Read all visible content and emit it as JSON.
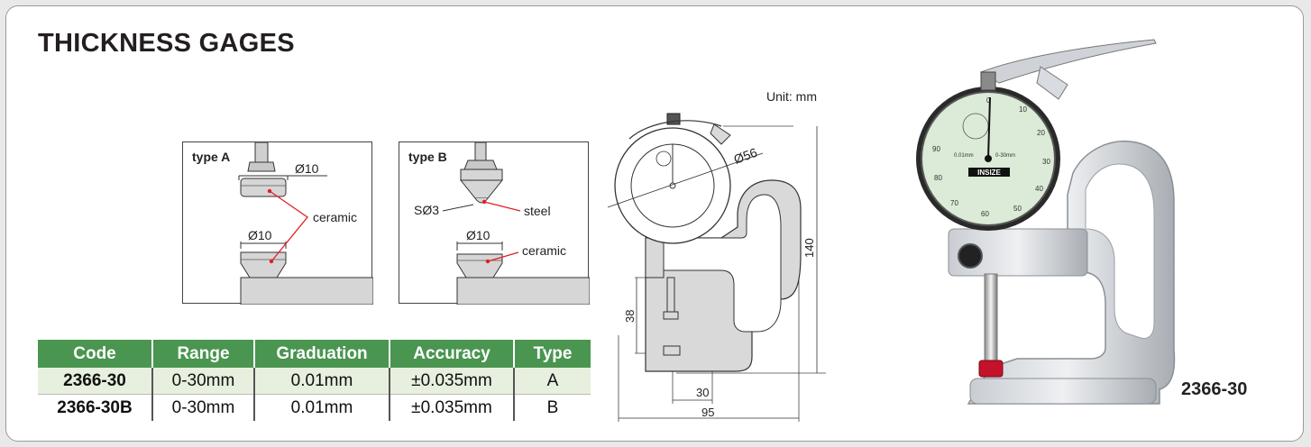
{
  "page": {
    "title": "THICKNESS GAGES"
  },
  "type_a": {
    "label": "type A",
    "dia_top": "Ø10",
    "dia_bottom": "Ø10",
    "material": "ceramic"
  },
  "type_b": {
    "label": "type B",
    "sphere": "SØ3",
    "dia_bottom": "Ø10",
    "material_top": "steel",
    "material_bottom": "ceramic"
  },
  "drawing": {
    "unit": "Unit: mm",
    "dial_dia": "Ø56",
    "height": "140",
    "throat": "38",
    "depth": "30",
    "width": "95"
  },
  "table": {
    "headers": [
      "Code",
      "Range",
      "Graduation",
      "Accuracy",
      "Type"
    ],
    "rows": [
      [
        "2366-30",
        "0-30mm",
        "0.01mm",
        "±0.035mm",
        "A"
      ],
      [
        "2366-30B",
        "0-30mm",
        "0.01mm",
        "±0.035mm",
        "B"
      ]
    ]
  },
  "photo": {
    "model": "2366-30",
    "brand": "INSIZE",
    "dial_numbers": [
      "0",
      "10",
      "20",
      "30",
      "40",
      "50",
      "60",
      "70",
      "80",
      "90"
    ],
    "dial_scale": "0-30mm",
    "dial_grad": "0.01mm"
  },
  "colors": {
    "header_green": "#4a9550",
    "row_tint": "#e7f0de",
    "leader_red": "#e31e24"
  }
}
